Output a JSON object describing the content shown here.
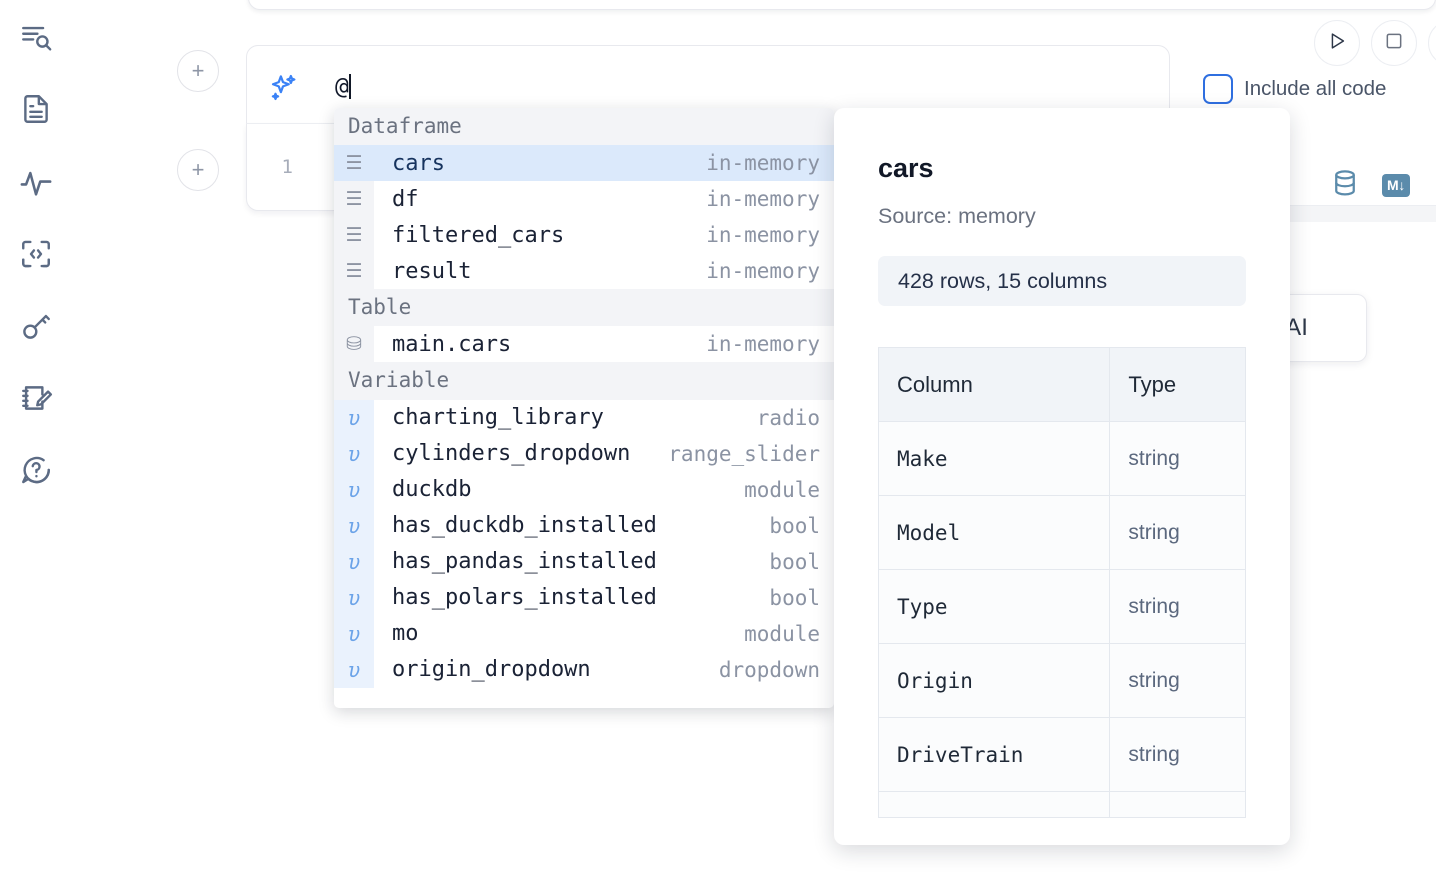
{
  "sidebar": {
    "items": [
      {
        "name": "search-outline-icon",
        "label": "Outline search"
      },
      {
        "name": "file-text-icon",
        "label": "Notebook file"
      },
      {
        "name": "activity-pulse-icon",
        "label": "Activity"
      },
      {
        "name": "code-brackets-icon",
        "label": "Snippets"
      },
      {
        "name": "key-icon",
        "label": "Secrets"
      },
      {
        "name": "notebook-pencil-icon",
        "label": "Scratchpad"
      },
      {
        "name": "chat-question-icon",
        "label": "Help chat"
      }
    ]
  },
  "cell": {
    "add_label": "+",
    "line_number": "1",
    "ai_prompt_value": "@",
    "ai_icon": "sparkle-icon"
  },
  "toolbar": {
    "run_label": "▷",
    "stop_label": "□",
    "include_all_code_label": "Include all code",
    "include_all_code_checked": false,
    "database_icon": "database-icon",
    "markdown_badge": "M↓"
  },
  "floating_button": {
    "label": "h AI"
  },
  "autocomplete": {
    "groups": [
      {
        "title": "Dataframe",
        "items": [
          {
            "glyph": "☰",
            "kind_class": "df",
            "name": "cars",
            "type": "in-memory",
            "selected": true
          },
          {
            "glyph": "☰",
            "kind_class": "df",
            "name": "df",
            "type": "in-memory",
            "selected": false
          },
          {
            "glyph": "☰",
            "kind_class": "df",
            "name": "filtered_cars",
            "type": "in-memory",
            "selected": false
          },
          {
            "glyph": "☰",
            "kind_class": "df",
            "name": "result",
            "type": "in-memory",
            "selected": false
          }
        ]
      },
      {
        "title": "Table",
        "items": [
          {
            "glyph": "⛁",
            "kind_class": "tbl",
            "name": "main.cars",
            "type": "in-memory",
            "selected": false
          }
        ]
      },
      {
        "title": "Variable",
        "items": [
          {
            "glyph": "υ",
            "kind_class": "var",
            "name": "charting_library",
            "type": "radio",
            "selected": false
          },
          {
            "glyph": "υ",
            "kind_class": "var",
            "name": "cylinders_dropdown",
            "type": "range_slider",
            "selected": false
          },
          {
            "glyph": "υ",
            "kind_class": "var",
            "name": "duckdb",
            "type": "module",
            "selected": false
          },
          {
            "glyph": "υ",
            "kind_class": "var",
            "name": "has_duckdb_installed",
            "type": "bool",
            "selected": false
          },
          {
            "glyph": "υ",
            "kind_class": "var",
            "name": "has_pandas_installed",
            "type": "bool",
            "selected": false
          },
          {
            "glyph": "υ",
            "kind_class": "var",
            "name": "has_polars_installed",
            "type": "bool",
            "selected": false
          },
          {
            "glyph": "υ",
            "kind_class": "var",
            "name": "mo",
            "type": "module",
            "selected": false
          },
          {
            "glyph": "υ",
            "kind_class": "var",
            "name": "origin_dropdown",
            "type": "dropdown",
            "selected": false
          }
        ]
      }
    ]
  },
  "doc_panel": {
    "title": "cars",
    "source": "Source: memory",
    "shape": "428 rows, 15 columns",
    "columns_header": "Column",
    "type_header": "Type",
    "rows": [
      {
        "column": "Make",
        "type": "string"
      },
      {
        "column": "Model",
        "type": "string"
      },
      {
        "column": "Type",
        "type": "string"
      },
      {
        "column": "Origin",
        "type": "string"
      },
      {
        "column": "DriveTrain",
        "type": "string"
      }
    ]
  },
  "colors": {
    "accent_blue": "#3b82f6",
    "selection_blue": "#dbe9fb",
    "icon_slate": "#5c6b84",
    "db_icon": "#5b8bab"
  }
}
